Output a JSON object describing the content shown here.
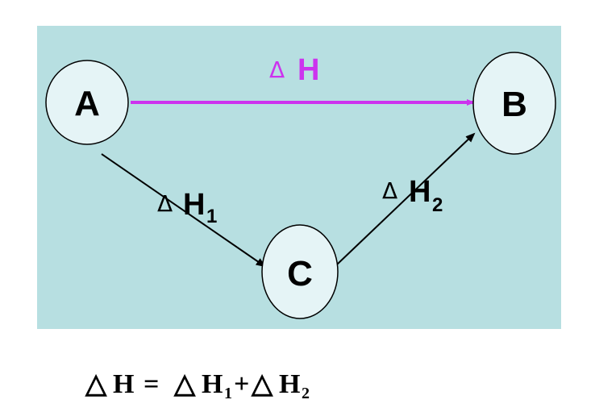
{
  "colors": {
    "panel_background": "#b7dfe1",
    "node_fill": "#e5f4f6",
    "direct_arrow": "#cc33ee",
    "path_arrow": "#000000"
  },
  "nodes": {
    "a": "A",
    "b": "B",
    "c": "C"
  },
  "labels": {
    "direct": {
      "delta": "Δ",
      "symbol": "H"
    },
    "step1": {
      "delta": "Δ",
      "symbol": "H",
      "subscript": "1"
    },
    "step2": {
      "delta": "Δ",
      "symbol": "H",
      "subscript": "2"
    }
  },
  "equation": {
    "lhs_delta": "△",
    "lhs_symbol": "H",
    "equals": "=",
    "term1_delta": "△",
    "term1_symbol": "H",
    "term1_subscript": "1",
    "plus": "+",
    "term2_delta": "△",
    "term2_symbol": "H",
    "term2_subscript": "2"
  }
}
